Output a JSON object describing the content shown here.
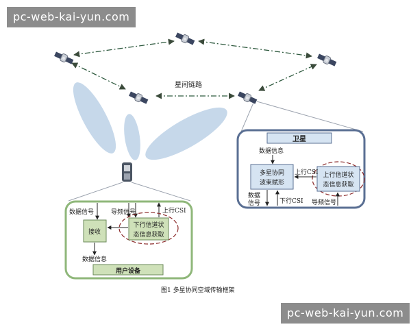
{
  "watermark": {
    "top": "pc-web-kai-yun.com",
    "bottom": "pc-web-kai-yun.com"
  },
  "diagram": {
    "inter_link_label": "星间链路",
    "satellite_panel": {
      "title": "卫星",
      "data_info": "数据信息",
      "beamforming": [
        "多星协同",
        "波束赋形"
      ],
      "uplink_csi": "上行CSI",
      "uplink_block": [
        "上行信道状",
        "态信息获取"
      ],
      "data_signal": [
        "数据",
        "信号"
      ],
      "downlink_csi": "下行CSI",
      "pilot_signal": "导频信号"
    },
    "user_panel": {
      "title": "用户设备",
      "data_signal": "数据信号",
      "pilot_signal": "导频信号",
      "uplink_csi": "上行CSI",
      "receive": "接收",
      "downlink_block": [
        "下行信道状",
        "态信息获取"
      ],
      "data_info": "数据信息"
    },
    "caption": "图1    多星协同空域传输框架"
  },
  "colors": {
    "panel_border_sat": "#5a6f93",
    "panel_border_user": "#8fb77a",
    "sat_block_fill": "#d6e4f2",
    "user_block_fill": "#cfe1b9",
    "beam_fill": "#c6d8ea",
    "dashed_ellipse": "#8b2a2a"
  }
}
